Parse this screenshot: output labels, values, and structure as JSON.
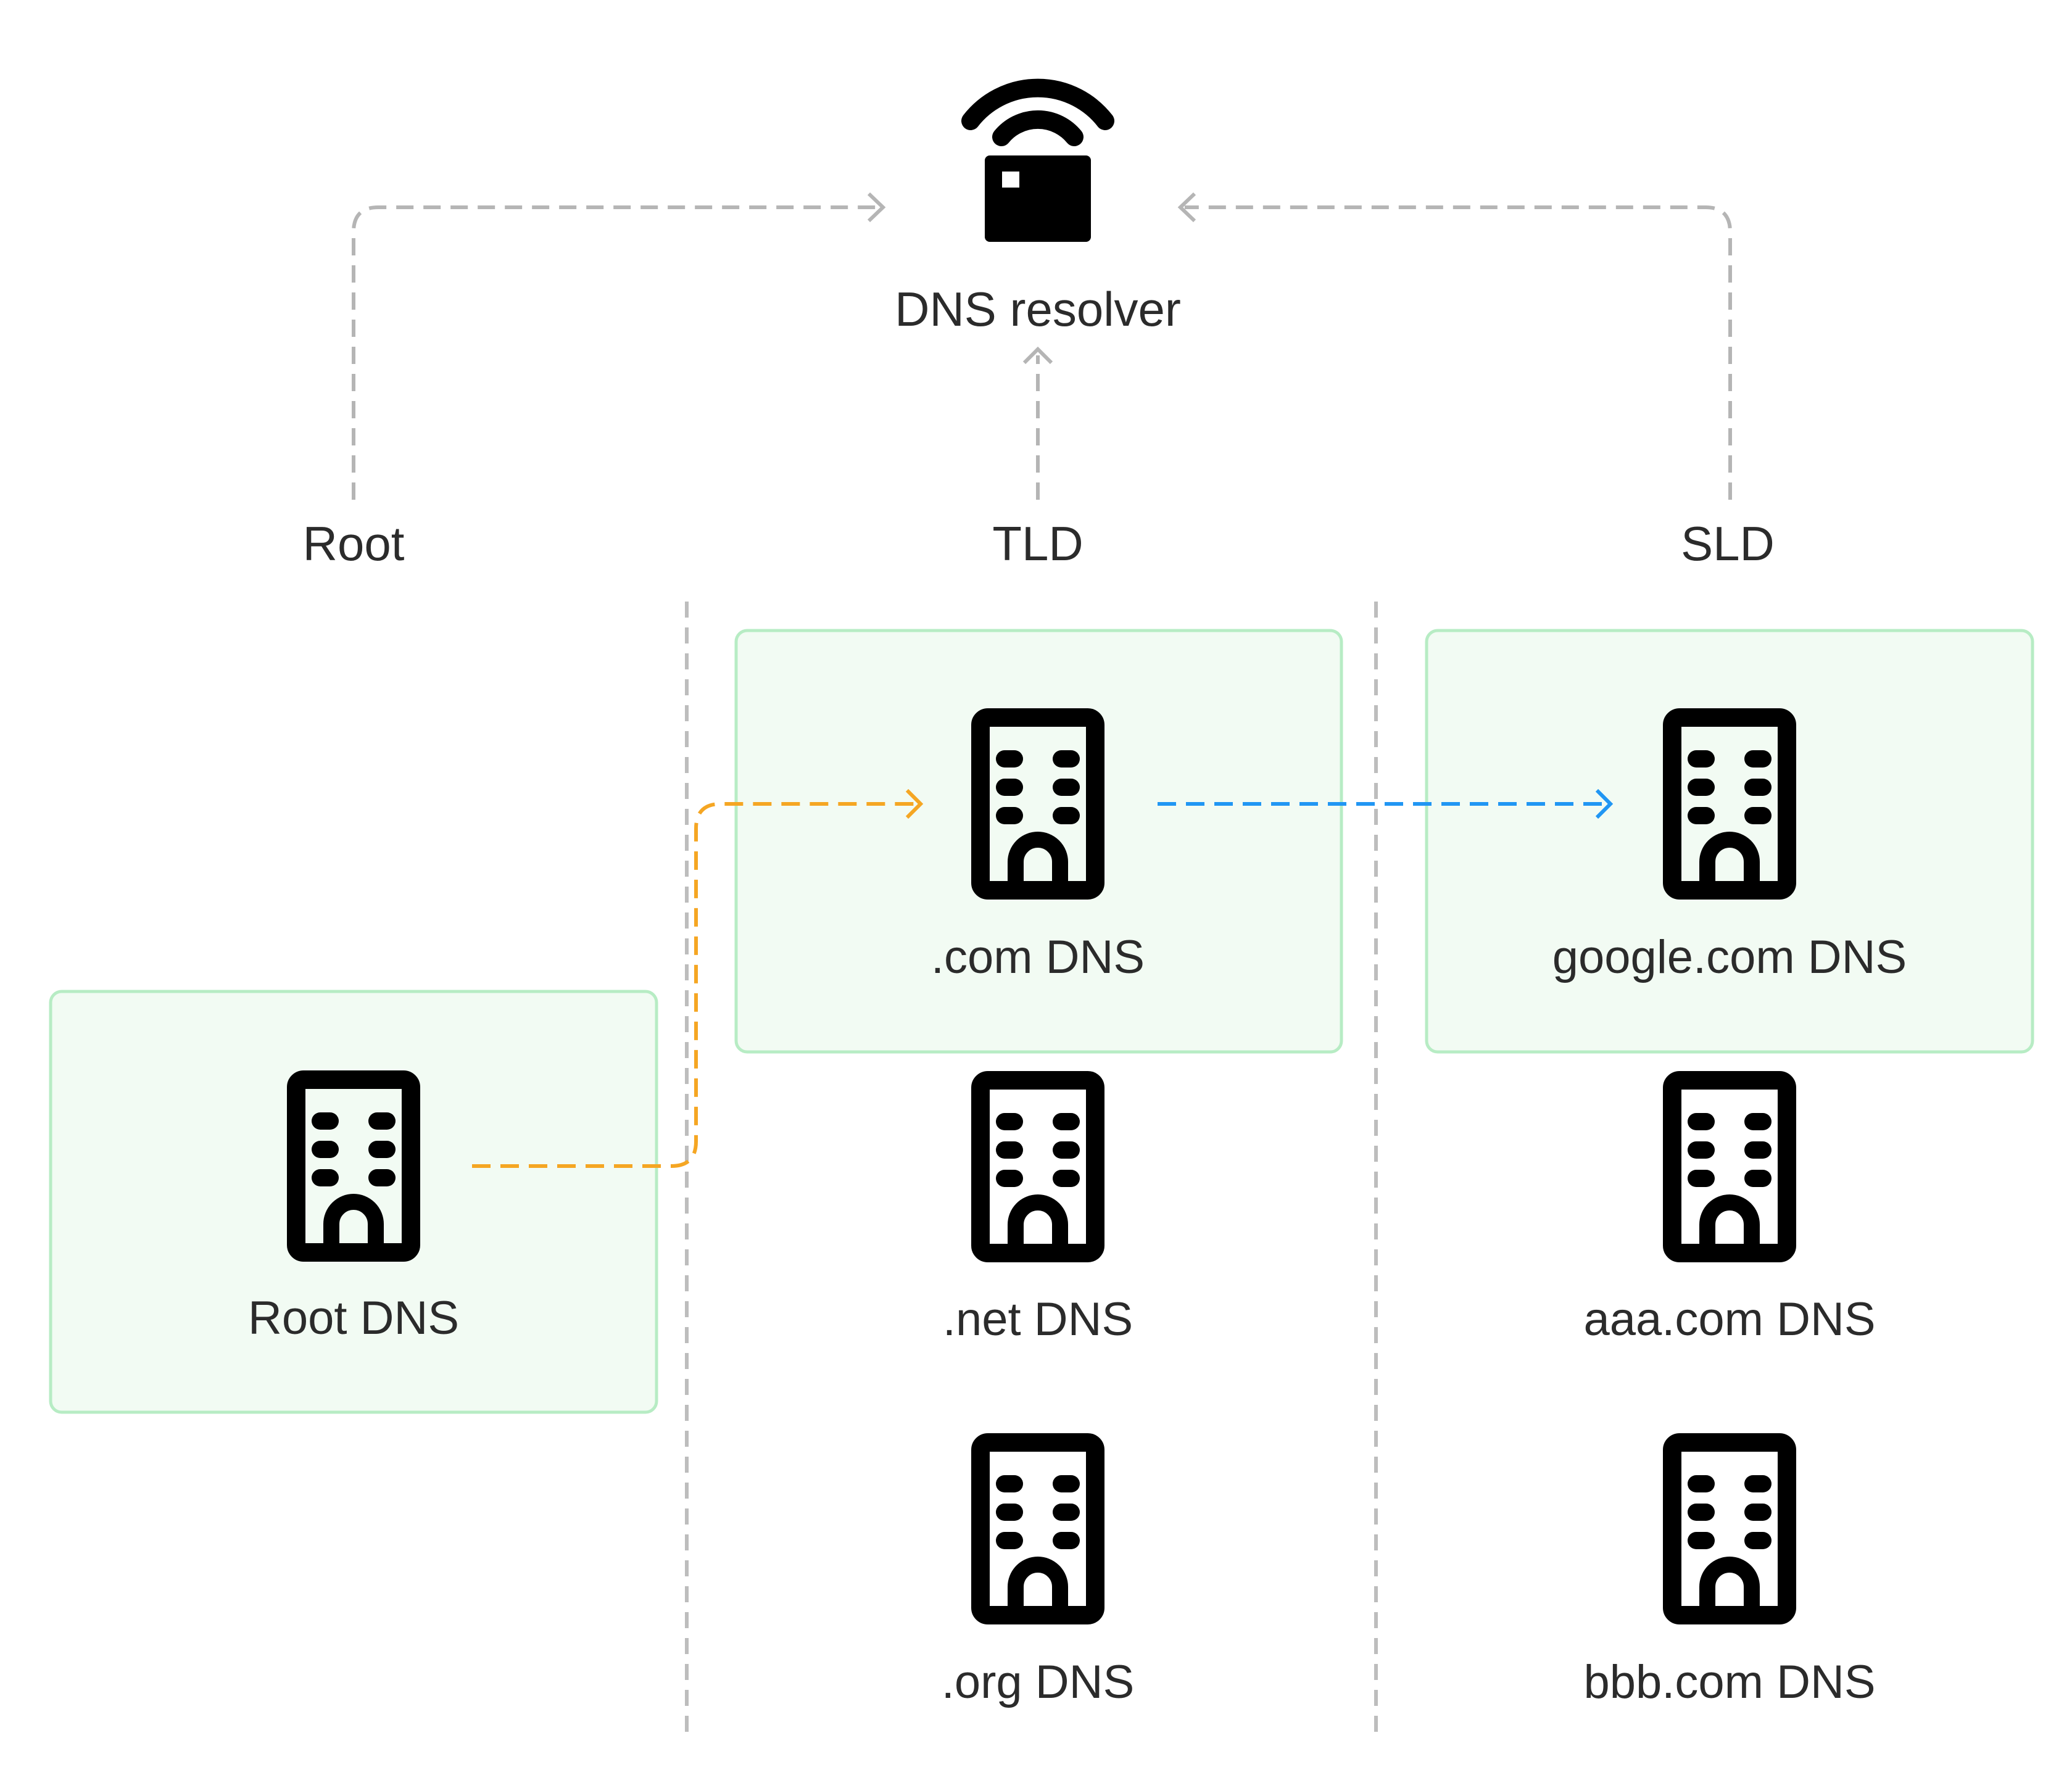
{
  "resolver": {
    "label": "DNS resolver",
    "icon": "router-icon"
  },
  "columns": {
    "root": "Root",
    "tld": "TLD",
    "sld": "SLD"
  },
  "nodes": {
    "root": {
      "label": "Root DNS",
      "icon": "building-icon",
      "highlighted": true
    },
    "com": {
      "label": ".com DNS",
      "icon": "building-icon",
      "highlighted": true
    },
    "net": {
      "label": ".net DNS",
      "icon": "building-icon",
      "highlighted": false
    },
    "org": {
      "label": ".org DNS",
      "icon": "building-icon",
      "highlighted": false
    },
    "google": {
      "label": "google.com DNS",
      "icon": "building-icon",
      "highlighted": true
    },
    "aaa": {
      "label": "aaa.com DNS",
      "icon": "building-icon",
      "highlighted": false
    },
    "bbb": {
      "label": "bbb.com DNS",
      "icon": "building-icon",
      "highlighted": false
    }
  },
  "colors": {
    "highlight_fill": "#f2fbf3",
    "highlight_border": "#b7ecc4",
    "divider": "#bdbdbd",
    "resolver_arrows": "#b5b5b5",
    "root_to_tld_arrow": "#f5a623",
    "tld_to_sld_arrow": "#2196f3",
    "icon": "#000000"
  }
}
